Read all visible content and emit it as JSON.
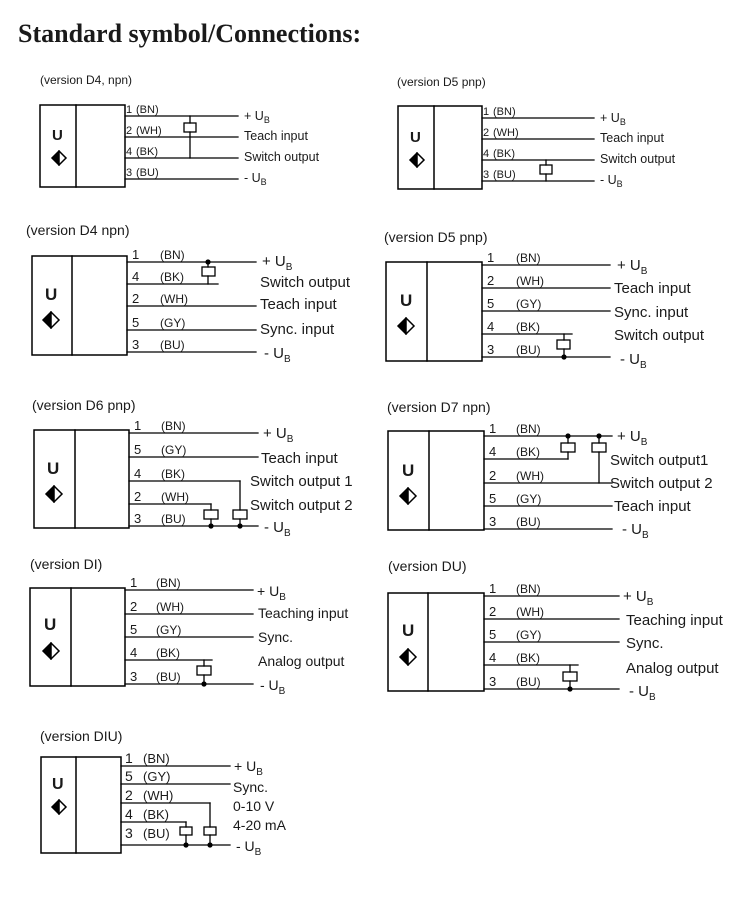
{
  "title": "Standard symbol/Connections:",
  "diagrams": [
    {
      "version": "(version D4, npn)",
      "symbol": "U",
      "wires": [
        {
          "pin": "1",
          "color": "(BN)"
        },
        {
          "pin": "2",
          "color": "(WH)"
        },
        {
          "pin": "4",
          "color": "(BK)"
        },
        {
          "pin": "3",
          "color": "(BU)"
        }
      ],
      "signals": [
        {
          "main": "+ U",
          "sub": "B"
        },
        {
          "main": "Teach input",
          "sub": ""
        },
        {
          "main": "Switch output",
          "sub": ""
        },
        {
          "main": "- U",
          "sub": "B"
        }
      ]
    },
    {
      "version": "(version D5 pnp)",
      "symbol": "U",
      "wires": [
        {
          "pin": "1",
          "color": "(BN)"
        },
        {
          "pin": "2",
          "color": "(WH)"
        },
        {
          "pin": "4",
          "color": "(BK)"
        },
        {
          "pin": "3",
          "color": "(BU)"
        }
      ],
      "signals": [
        {
          "main": "+ U",
          "sub": "B"
        },
        {
          "main": "Teach input",
          "sub": ""
        },
        {
          "main": "Switch output",
          "sub": ""
        },
        {
          "main": "- U",
          "sub": "B"
        }
      ]
    },
    {
      "version": "(version D4   npn)",
      "symbol": "U",
      "wires": [
        {
          "pin": "1",
          "color": "(BN)"
        },
        {
          "pin": "4",
          "color": "(BK)"
        },
        {
          "pin": "2",
          "color": "(WH)"
        },
        {
          "pin": "5",
          "color": "(GY)"
        },
        {
          "pin": "3",
          "color": "(BU)"
        }
      ],
      "signals": [
        {
          "main": "+ U",
          "sub": "B"
        },
        {
          "main": "Switch output",
          "sub": ""
        },
        {
          "main": "Teach input",
          "sub": ""
        },
        {
          "main": "Sync. input",
          "sub": ""
        },
        {
          "main": "- U",
          "sub": "B"
        }
      ]
    },
    {
      "version": "(version D5  pnp)",
      "symbol": "U",
      "wires": [
        {
          "pin": "1",
          "color": "(BN)"
        },
        {
          "pin": "2",
          "color": "(WH)"
        },
        {
          "pin": "5",
          "color": "(GY)"
        },
        {
          "pin": "4",
          "color": "(BK)"
        },
        {
          "pin": "3",
          "color": "(BU)"
        }
      ],
      "signals": [
        {
          "main": "+ U",
          "sub": "B"
        },
        {
          "main": "Teach input",
          "sub": ""
        },
        {
          "main": "Sync. input",
          "sub": ""
        },
        {
          "main": "Switch output",
          "sub": ""
        },
        {
          "main": "- U",
          "sub": "B"
        }
      ]
    },
    {
      "version": "(version D6  pnp)",
      "symbol": "U",
      "wires": [
        {
          "pin": "1",
          "color": "(BN)"
        },
        {
          "pin": "5",
          "color": "(GY)"
        },
        {
          "pin": "4",
          "color": "(BK)"
        },
        {
          "pin": "2",
          "color": "(WH)"
        },
        {
          "pin": "3",
          "color": "(BU)"
        }
      ],
      "signals": [
        {
          "main": "+ U",
          "sub": "B"
        },
        {
          "main": "Teach input",
          "sub": ""
        },
        {
          "main": "Switch output 1",
          "sub": ""
        },
        {
          "main": "Switch output 2",
          "sub": ""
        },
        {
          "main": "- U",
          "sub": "B"
        }
      ]
    },
    {
      "version": "(version D7  npn)",
      "symbol": "U",
      "wires": [
        {
          "pin": "1",
          "color": "(BN)"
        },
        {
          "pin": "4",
          "color": "(BK)"
        },
        {
          "pin": "2",
          "color": "(WH)"
        },
        {
          "pin": "5",
          "color": "(GY)"
        },
        {
          "pin": "3",
          "color": "(BU)"
        }
      ],
      "signals": [
        {
          "main": "+ U",
          "sub": "B"
        },
        {
          "main": "Switch output1",
          "sub": ""
        },
        {
          "main": "Switch output 2",
          "sub": ""
        },
        {
          "main": "Teach input",
          "sub": ""
        },
        {
          "main": "- U",
          "sub": "B"
        }
      ]
    },
    {
      "version": "(version DI)",
      "symbol": "U",
      "wires": [
        {
          "pin": "1",
          "color": "(BN)"
        },
        {
          "pin": "2",
          "color": "(WH)"
        },
        {
          "pin": "5",
          "color": "(GY)"
        },
        {
          "pin": "4",
          "color": "(BK)"
        },
        {
          "pin": "3",
          "color": "(BU)"
        }
      ],
      "signals": [
        {
          "main": "+ U",
          "sub": "B"
        },
        {
          "main": "Teaching input",
          "sub": ""
        },
        {
          "main": "Sync.",
          "sub": ""
        },
        {
          "main": "Analog output",
          "sub": ""
        },
        {
          "main": "- U",
          "sub": "B"
        }
      ]
    },
    {
      "version": "(version DU)",
      "symbol": "U",
      "wires": [
        {
          "pin": "1",
          "color": "(BN)"
        },
        {
          "pin": "2",
          "color": "(WH)"
        },
        {
          "pin": "5",
          "color": "(GY)"
        },
        {
          "pin": "4",
          "color": "(BK)"
        },
        {
          "pin": "3",
          "color": "(BU)"
        }
      ],
      "signals": [
        {
          "main": "+ U",
          "sub": "B"
        },
        {
          "main": "Teaching input",
          "sub": ""
        },
        {
          "main": "Sync.",
          "sub": ""
        },
        {
          "main": "Analog output",
          "sub": ""
        },
        {
          "main": "- U",
          "sub": "B"
        }
      ]
    },
    {
      "version": "(version DIU)",
      "symbol": "U",
      "wires": [
        {
          "pin": "1",
          "color": "(BN)"
        },
        {
          "pin": "5",
          "color": "(GY)"
        },
        {
          "pin": "2",
          "color": "(WH)"
        },
        {
          "pin": "4",
          "color": "(BK)"
        },
        {
          "pin": "3",
          "color": "(BU)"
        }
      ],
      "signals": [
        {
          "main": "+ U",
          "sub": "B"
        },
        {
          "main": "Sync.",
          "sub": ""
        },
        {
          "main": "0-10 V",
          "sub": ""
        },
        {
          "main": "4-20 mA",
          "sub": ""
        },
        {
          "main": "- U",
          "sub": "B"
        }
      ]
    }
  ]
}
